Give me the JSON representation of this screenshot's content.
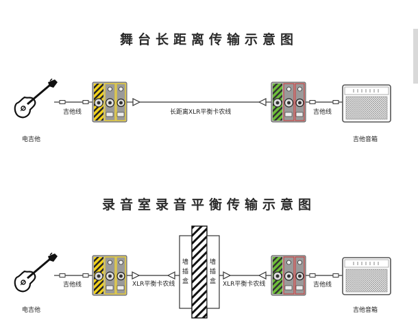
{
  "diagram1": {
    "title": "舞台长距离传输示意图",
    "left_device": "电吉他",
    "left_cable": "吉他线",
    "long_cable": "长距离XLR平衡卡农线",
    "right_cable": "吉他线",
    "right_device": "吉他音箱"
  },
  "diagram2": {
    "title": "录音室录音平衡传输示意图",
    "left_device": "电吉他",
    "left_cable": "吉他线",
    "xlr_left": "XLR平衡卡农线",
    "wall_left": "墙插盒",
    "wall_right": "墙插盒",
    "xlr_right": "XLR平衡卡农线",
    "right_cable": "吉他线",
    "right_device": "吉他音箱"
  },
  "colors": {
    "transmitter_stripe": "#f2d21a",
    "receiver_stripe": "#6fbf3a",
    "device_body": "#a9a9a9",
    "line": "#333333"
  }
}
